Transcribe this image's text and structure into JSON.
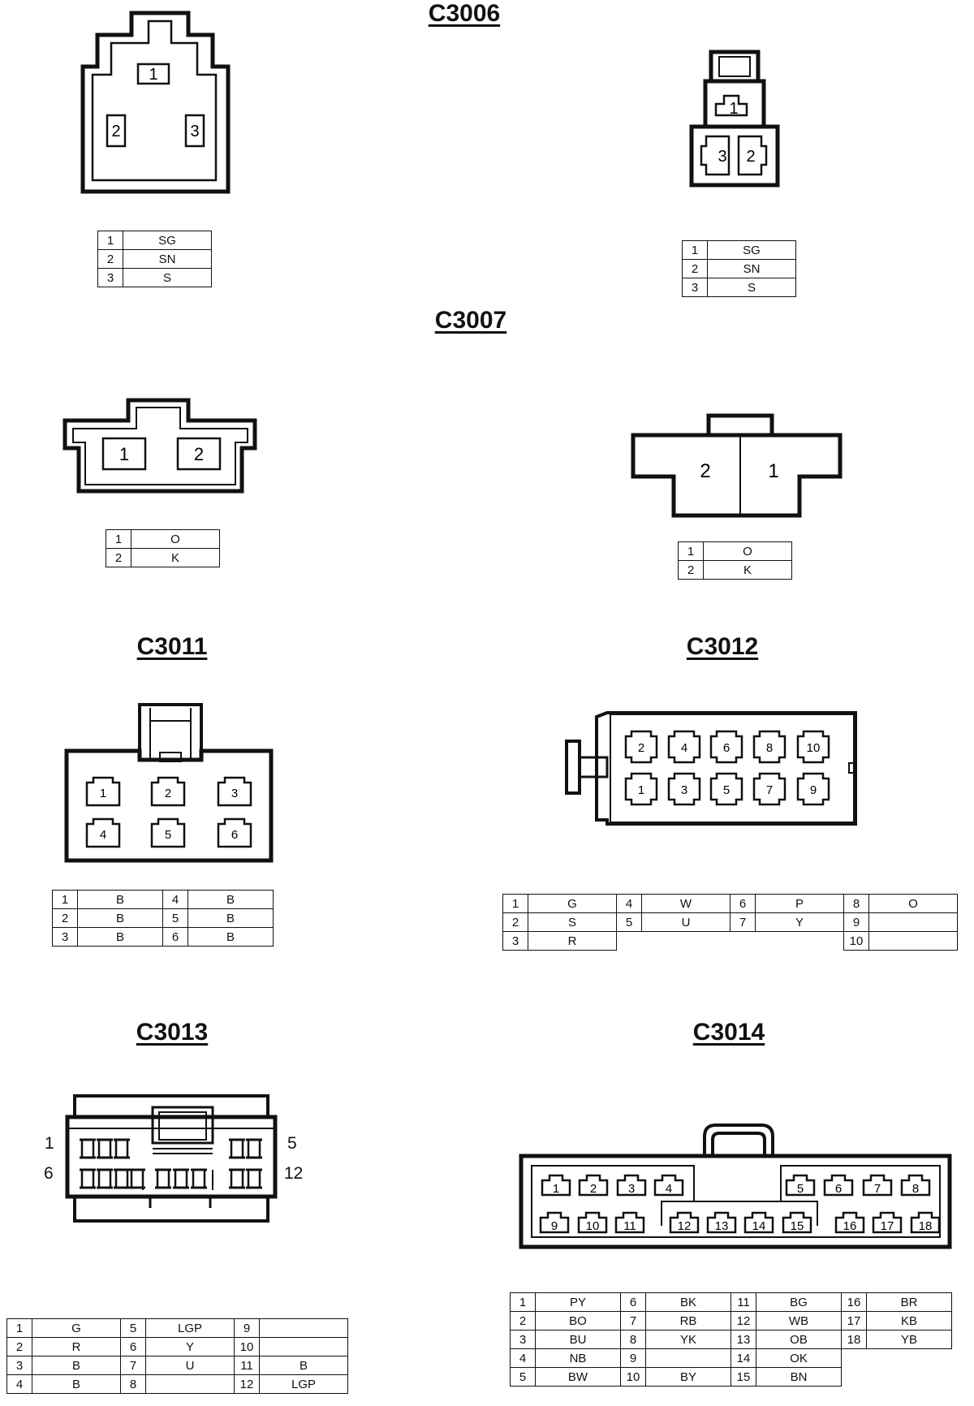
{
  "titles": {
    "c3006": "C3006",
    "c3007": "C3007",
    "c3011": "C3011",
    "c3012": "C3012",
    "c3013": "C3013",
    "c3014": "C3014"
  },
  "c3006": {
    "left_pins": [
      "1",
      "2",
      "3"
    ],
    "right_pins": [
      "1",
      "2",
      "3"
    ],
    "table_left": [
      [
        "1",
        "SG"
      ],
      [
        "2",
        "SN"
      ],
      [
        "3",
        "S"
      ]
    ],
    "table_right": [
      [
        "1",
        "SG"
      ],
      [
        "2",
        "SN"
      ],
      [
        "3",
        "S"
      ]
    ]
  },
  "c3007": {
    "left_pins": [
      "1",
      "2"
    ],
    "right_pins": [
      "2",
      "1"
    ],
    "table_left": [
      [
        "1",
        "O"
      ],
      [
        "2",
        "K"
      ]
    ],
    "table_right": [
      [
        "1",
        "O"
      ],
      [
        "2",
        "K"
      ]
    ]
  },
  "c3011": {
    "pins": [
      "1",
      "2",
      "3",
      "4",
      "5",
      "6"
    ],
    "table": [
      [
        "1",
        "B",
        "4",
        "B"
      ],
      [
        "2",
        "B",
        "5",
        "B"
      ],
      [
        "3",
        "B",
        "6",
        "B"
      ]
    ]
  },
  "c3012": {
    "pins_top": [
      "2",
      "4",
      "6",
      "8",
      "10"
    ],
    "pins_bottom": [
      "1",
      "3",
      "5",
      "7",
      "9"
    ],
    "table": [
      [
        "1",
        "G",
        "4",
        "W",
        "6",
        "P",
        "8",
        "O"
      ],
      [
        "2",
        "S",
        "5",
        "U",
        "7",
        "Y",
        "9",
        ""
      ],
      [
        "3",
        "R",
        "",
        "",
        "",
        "",
        "10",
        ""
      ]
    ]
  },
  "c3013": {
    "side_labels": {
      "top_left": "1",
      "bottom_left": "6",
      "top_right": "5",
      "bottom_right": "12"
    },
    "table": [
      [
        "1",
        "G",
        "5",
        "LGP",
        "9",
        ""
      ],
      [
        "2",
        "R",
        "6",
        "Y",
        "10",
        ""
      ],
      [
        "3",
        "B",
        "7",
        "U",
        "11",
        "B"
      ],
      [
        "4",
        "B",
        "8",
        "",
        "12",
        "LGP"
      ]
    ]
  },
  "c3014": {
    "pins_top": [
      "1",
      "2",
      "3",
      "4",
      "5",
      "6",
      "7",
      "8"
    ],
    "pins_bottom": [
      "9",
      "10",
      "11",
      "12",
      "13",
      "14",
      "15",
      "16",
      "17",
      "18"
    ],
    "table": [
      [
        "1",
        "PY",
        "6",
        "BK",
        "11",
        "BG",
        "16",
        "BR"
      ],
      [
        "2",
        "BO",
        "7",
        "RB",
        "12",
        "WB",
        "17",
        "KB"
      ],
      [
        "3",
        "BU",
        "8",
        "YK",
        "13",
        "OB",
        "18",
        "YB"
      ],
      [
        "4",
        "NB",
        "9",
        "",
        "14",
        "OK",
        "",
        ""
      ],
      [
        "5",
        "BW",
        "10",
        "BY",
        "15",
        "BN",
        "",
        ""
      ]
    ]
  }
}
